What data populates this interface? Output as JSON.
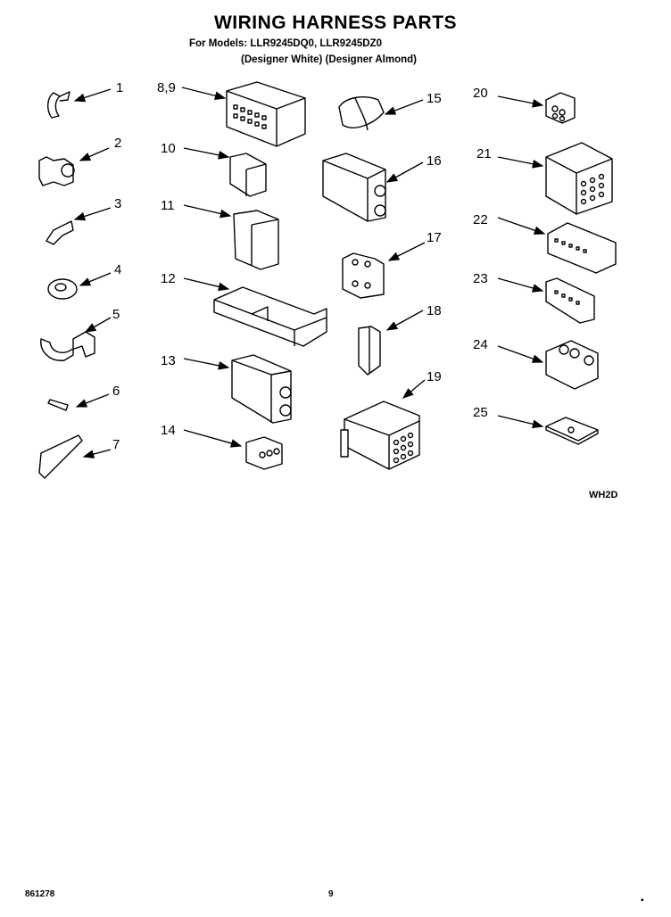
{
  "header": {
    "title": "WIRING HARNESS PARTS",
    "models_line": "For Models: LLR9245DQ0, LLR9245DZ0",
    "variants_line": "(Designer White)  (Designer Almond)"
  },
  "callouts": [
    "1",
    "2",
    "3",
    "4",
    "5",
    "6",
    "7",
    "8,9",
    "10",
    "11",
    "12",
    "13",
    "14",
    "15",
    "16",
    "17",
    "18",
    "19",
    "20",
    "21",
    "22",
    "23",
    "24",
    "25"
  ],
  "figure_code": "WH2D",
  "footer": {
    "part_number": "861278",
    "page": "9",
    "mark": "▪"
  }
}
